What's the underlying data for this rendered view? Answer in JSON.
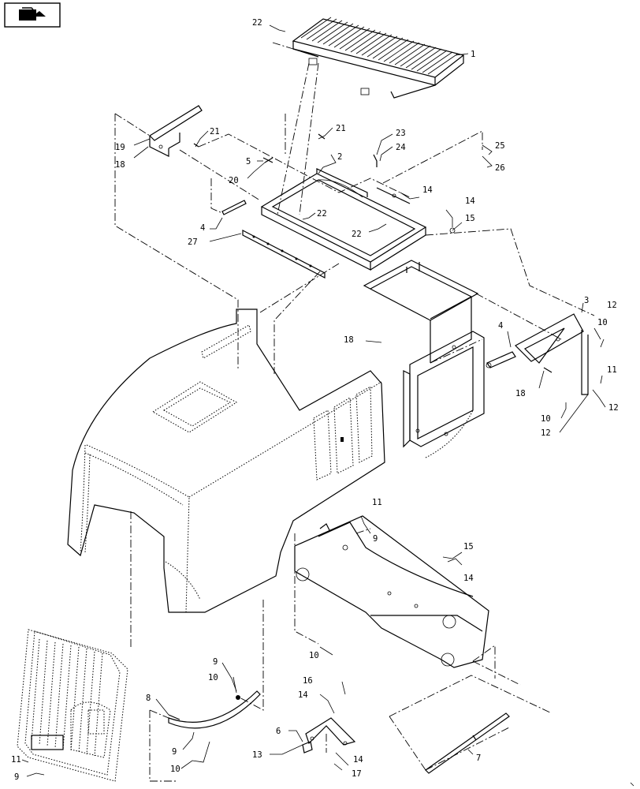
{
  "nav_icon": "folder-arrow-icon",
  "callouts": [
    {
      "id": "c1",
      "text": "1"
    },
    {
      "id": "c2",
      "text": "2"
    },
    {
      "id": "c3",
      "text": "3"
    },
    {
      "id": "c4a",
      "text": "4"
    },
    {
      "id": "c4b",
      "text": "4"
    },
    {
      "id": "c5",
      "text": "5"
    },
    {
      "id": "c6",
      "text": "6"
    },
    {
      "id": "c7",
      "text": "7"
    },
    {
      "id": "c8",
      "text": "8"
    },
    {
      "id": "c9a",
      "text": "9"
    },
    {
      "id": "c9b",
      "text": "9"
    },
    {
      "id": "c9c",
      "text": "9"
    },
    {
      "id": "c9d",
      "text": "9"
    },
    {
      "id": "c10a",
      "text": "10"
    },
    {
      "id": "c10b",
      "text": "10"
    },
    {
      "id": "c10c",
      "text": "10"
    },
    {
      "id": "c10d",
      "text": "10"
    },
    {
      "id": "c10e",
      "text": "10"
    },
    {
      "id": "c11a",
      "text": "11"
    },
    {
      "id": "c11b",
      "text": "11"
    },
    {
      "id": "c11c",
      "text": "11"
    },
    {
      "id": "c12a",
      "text": "12"
    },
    {
      "id": "c12b",
      "text": "12"
    },
    {
      "id": "c12c",
      "text": "12"
    },
    {
      "id": "c13",
      "text": "13"
    },
    {
      "id": "c14a",
      "text": "14"
    },
    {
      "id": "c14b",
      "text": "14"
    },
    {
      "id": "c14c",
      "text": "14"
    },
    {
      "id": "c14d",
      "text": "14"
    },
    {
      "id": "c14e",
      "text": "14"
    },
    {
      "id": "c15a",
      "text": "15"
    },
    {
      "id": "c15b",
      "text": "15"
    },
    {
      "id": "c16",
      "text": "16"
    },
    {
      "id": "c17",
      "text": "17"
    },
    {
      "id": "c18a",
      "text": "18"
    },
    {
      "id": "c18b",
      "text": "18"
    },
    {
      "id": "c18c",
      "text": "18"
    },
    {
      "id": "c19",
      "text": "19"
    },
    {
      "id": "c20",
      "text": "20"
    },
    {
      "id": "c21a",
      "text": "21"
    },
    {
      "id": "c21b",
      "text": "21"
    },
    {
      "id": "c22a",
      "text": "22"
    },
    {
      "id": "c22b",
      "text": "22"
    },
    {
      "id": "c22c",
      "text": "22"
    },
    {
      "id": "c23",
      "text": "23"
    },
    {
      "id": "c24",
      "text": "24"
    },
    {
      "id": "c25",
      "text": "25"
    },
    {
      "id": "c26",
      "text": "26"
    },
    {
      "id": "c27",
      "text": "27"
    }
  ]
}
